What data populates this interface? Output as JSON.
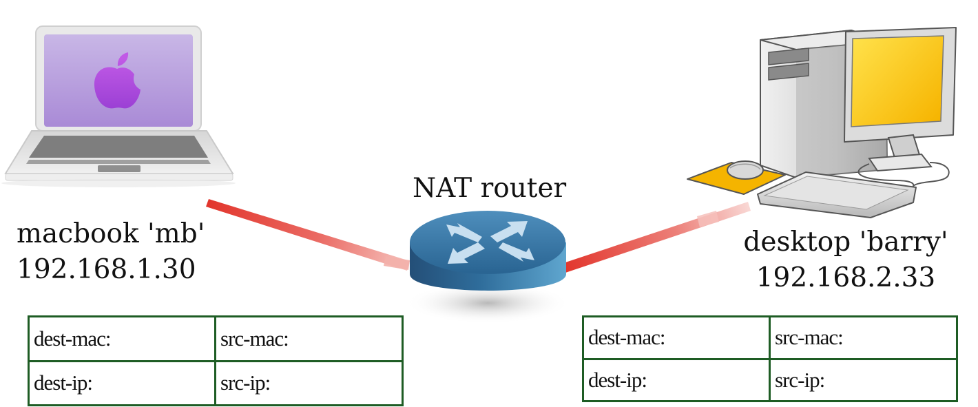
{
  "devices": {
    "macbook": {
      "name": "macbook 'mb'",
      "ip": "192.168.1.30",
      "icon": "laptop-icon"
    },
    "router": {
      "name": "NAT router",
      "icon": "router-icon"
    },
    "desktop": {
      "name": "desktop 'barry'",
      "ip": "192.168.2.33",
      "icon": "desktop-computer-icon"
    }
  },
  "left_table": {
    "row1": {
      "col1": "dest-mac:",
      "col2": "src-mac:"
    },
    "row2": {
      "col1": "dest-ip:",
      "col2": "src-ip:"
    }
  },
  "right_table": {
    "row1": {
      "col1": "dest-mac:",
      "col2": "src-mac:"
    },
    "row2": {
      "col1": "dest-ip:",
      "col2": "src-ip:"
    }
  },
  "colors": {
    "link": "#e53a2f",
    "table_border": "#1e5c24",
    "router": "#2f6f9e",
    "laptop_screen": "#b8a0dc",
    "desktop_screen": "#ffd21a",
    "mousepad": "#f5b400"
  }
}
